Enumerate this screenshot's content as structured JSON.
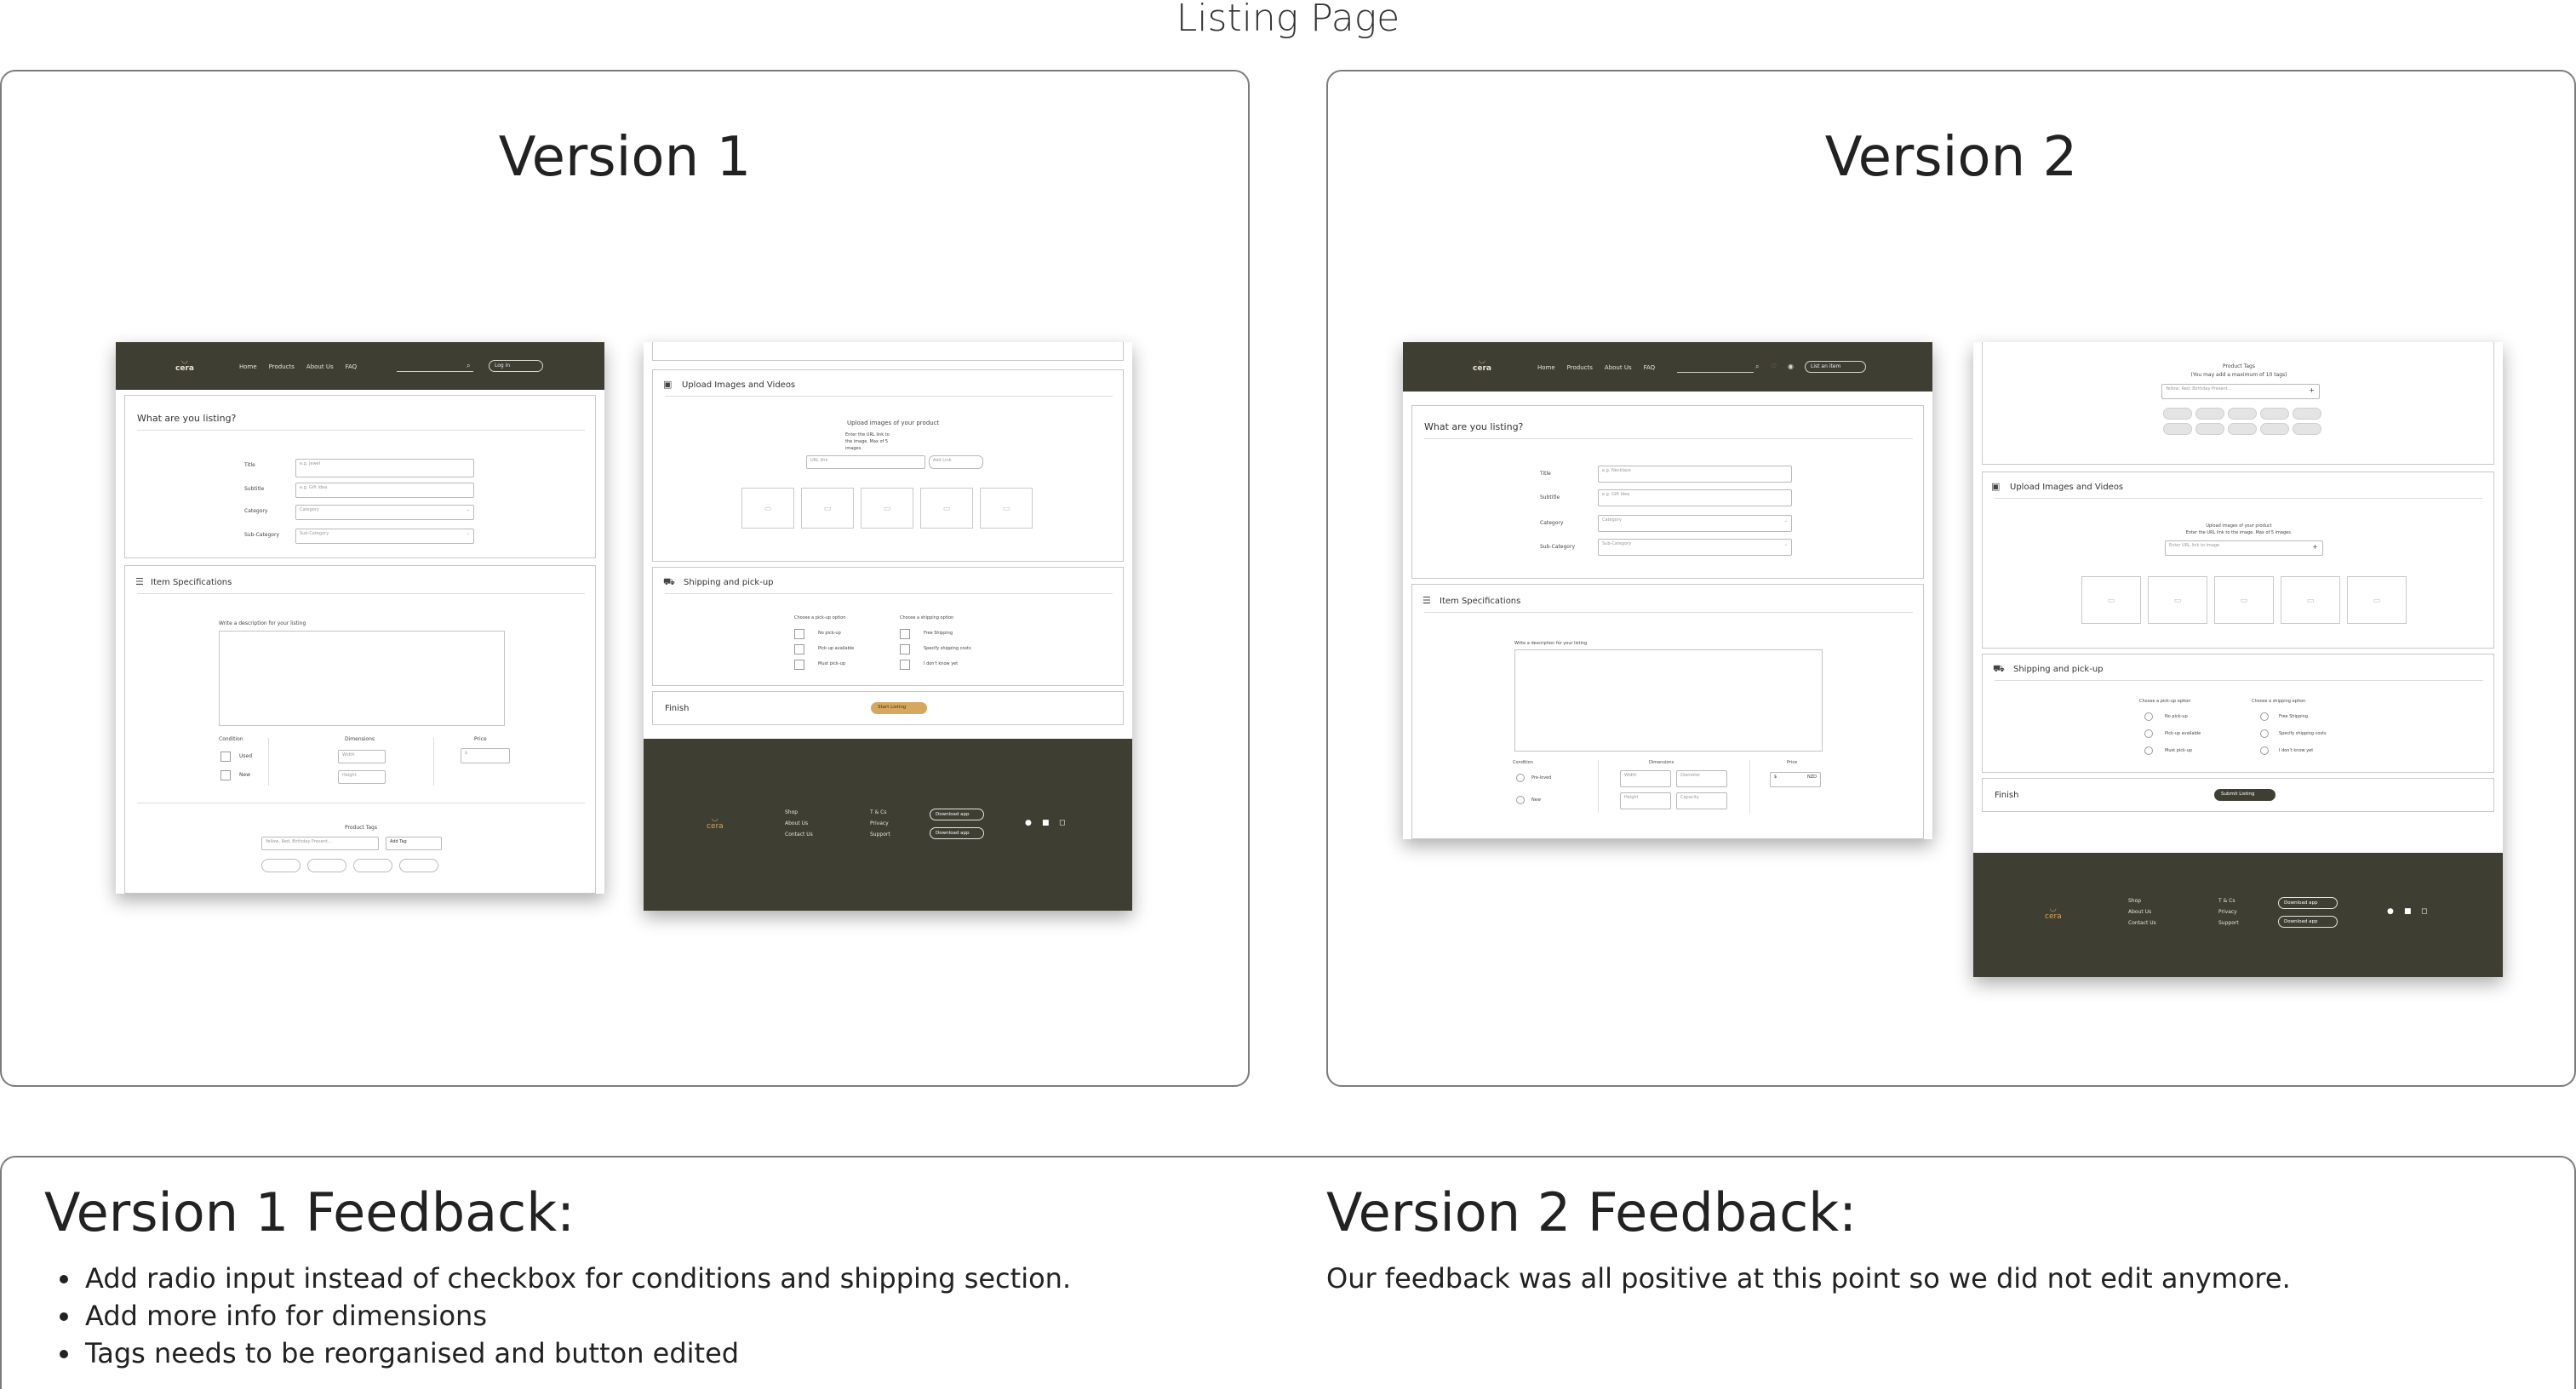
{
  "page_title": "Listing Page",
  "version1": {
    "title": "Version 1",
    "nav": {
      "logo": "cera",
      "links": [
        "Home",
        "Products",
        "About Us",
        "FAQ"
      ],
      "login": "Log in"
    },
    "what": {
      "heading": "What are you listing?",
      "title_label": "Title",
      "title_placeholder": "e.g. Jewel",
      "subtitle_label": "Subtitle",
      "subtitle_placeholder": "e.g. Gift Idea",
      "category_label": "Category",
      "category_value": "Category",
      "subcategory_label": "Sub-Category",
      "subcategory_value": "Sub-Category"
    },
    "spec": {
      "heading": "Item Specifications",
      "desc_label": "Write a description for your listing",
      "condition": "Condition",
      "cond_opts": [
        "Used",
        "New"
      ],
      "dimensions": "Dimensions",
      "dim_fields": [
        "Width",
        "Height"
      ],
      "price": "Price",
      "price_value": "$",
      "tags": "Product Tags",
      "tags_placeholder": "Yellow, Red, Birthday Present...",
      "add_tag": "Add Tag"
    },
    "upload": {
      "heading": "Upload Images and Videos",
      "sub": "Upload images of your product",
      "help": "Enter the URL link to the image. Max of 5 images.",
      "url_field": "URL link",
      "add_link": "Add Link"
    },
    "ship": {
      "heading": "Shipping and pick-up",
      "pickup_title": "Choose a pick-up option",
      "pickup_opts": [
        "No pick-up",
        "Pick-up available",
        "Must pick-up"
      ],
      "ship_title": "Choose a shipping option",
      "ship_opts": [
        "Free Shipping",
        "Specify shipping costs",
        "I don't know yet"
      ]
    },
    "finish": {
      "heading": "Finish",
      "button": "Start Listing"
    },
    "footer": {
      "logo": "cera",
      "col1": [
        "Shop",
        "About Us",
        "Contact Us"
      ],
      "col2": [
        "T & Cs",
        "Privacy",
        "Support"
      ],
      "download1": "Download app",
      "download2": "Download app"
    }
  },
  "version2": {
    "title": "Version 2",
    "nav": {
      "logo": "cera",
      "links": [
        "Home",
        "Products",
        "About Us",
        "FAQ"
      ],
      "list_button": "List an item"
    },
    "what": {
      "heading": "What are you listing?",
      "title_label": "Title",
      "title_placeholder": "e.g. Necklace",
      "subtitle_label": "Subtitle",
      "subtitle_placeholder": "e.g. Gift Idea",
      "category_label": "Category",
      "category_value": "Category",
      "subcategory_label": "Sub-Category",
      "subcategory_value": "Sub-Category"
    },
    "spec": {
      "heading": "Item Specifications",
      "desc_label": "Write a description for your listing",
      "condition": "Condition",
      "cond_opts": [
        "Pre-loved",
        "New"
      ],
      "dimensions": "Dimensions",
      "dim_fields": [
        "Width",
        "Diameter",
        "Height",
        "Capacity"
      ],
      "price": "Price",
      "price_value": "$",
      "currency": "NZD"
    },
    "tags": {
      "title": "Product Tags",
      "sub": "(You may add a maximum of 10 tags)",
      "placeholder": "Yellow, Red, Birthday Present..."
    },
    "upload": {
      "heading": "Upload Images and Videos",
      "sub": "Upload images of your product",
      "help": "Enter the URL link to the image. Max of 5 images.",
      "url_field": "Enter URL link to image"
    },
    "ship": {
      "heading": "Shipping and pick-up",
      "pickup_title": "Choose a pick-up option",
      "pickup_opts": [
        "No pick-up",
        "Pick-up available",
        "Must pick-up"
      ],
      "ship_title": "Choose a shipping option",
      "ship_opts": [
        "Free Shipping",
        "Specify shipping costs",
        "I don't know yet"
      ]
    },
    "finish": {
      "heading": "Finish",
      "button": "Submit Listing"
    },
    "footer": {
      "logo": "cera",
      "col1": [
        "Shop",
        "About Us",
        "Contact Us"
      ],
      "col2": [
        "T & Cs",
        "Privacy",
        "Support"
      ],
      "download1": "Download app",
      "download2": "Download app"
    }
  },
  "feedback": {
    "v1_heading": "Version 1 Feedback:",
    "v1_items": [
      "Add radio input instead of checkbox for conditions and shipping section.",
      "Add more info for dimensions",
      "Tags needs to be reorganised and button edited"
    ],
    "v2_heading": "Version 2 Feedback:",
    "v2_text": "Our feedback was all positive at this point so we did not edit anymore."
  },
  "colors": {
    "nav": "#3e3e33",
    "accent": "#d6a75e",
    "border": "#7c7c7c"
  }
}
